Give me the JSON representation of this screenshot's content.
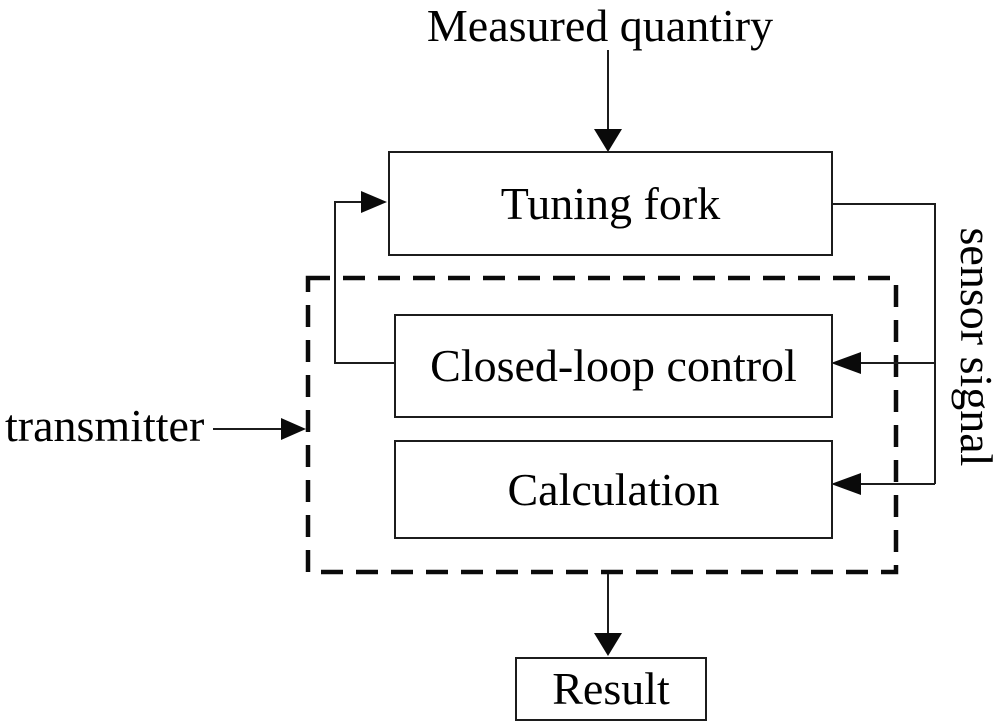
{
  "diagram": {
    "title": "Measured quantiry",
    "nodes": {
      "tuning_fork": {
        "label": "Tuning fork"
      },
      "closed_loop_control": {
        "label": "Closed-loop control"
      },
      "calculation": {
        "label": "Calculation"
      },
      "result": {
        "label": "Result"
      }
    },
    "annotations": {
      "transmitter": "transmitter",
      "sensor_signal": "sensor signal"
    },
    "groups": [
      {
        "name": "transmitter-group",
        "style": "dashed-rectangle",
        "contains": [
          "closed_loop_control",
          "calculation"
        ],
        "labeled_by": "transmitter"
      }
    ],
    "edges": [
      {
        "from": "measured-quantity-label",
        "to": "tuning_fork",
        "arrow": "down"
      },
      {
        "from": "closed_loop_control",
        "to": "tuning_fork",
        "arrow": "right-into-left-edge",
        "path": "left-side-feedback"
      },
      {
        "from": "tuning_fork",
        "to": "closed_loop_control",
        "arrow": "left-into-right-edge",
        "path": "sensor-signal-line"
      },
      {
        "from": "tuning_fork",
        "to": "calculation",
        "arrow": "left-into-right-edge",
        "path": "sensor-signal-line"
      },
      {
        "from": "transmitter-label",
        "to": "transmitter-group",
        "arrow": "right"
      },
      {
        "from": "transmitter-group",
        "to": "result",
        "arrow": "down"
      }
    ],
    "colors": {
      "line": "#1c1c1c",
      "arrowhead": "#0a0a0a",
      "text": "#000000",
      "background": "#ffffff",
      "box_fill": "#ffffff"
    }
  }
}
